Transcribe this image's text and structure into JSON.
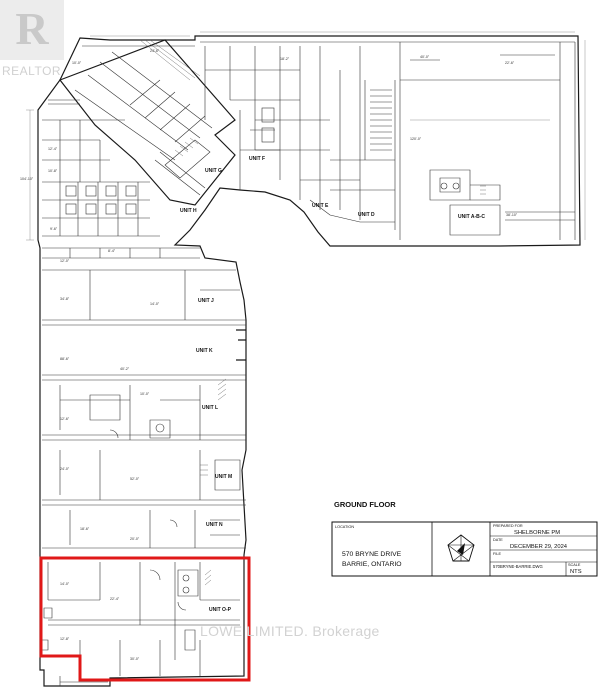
{
  "branding": {
    "logo_text": "REALTOR",
    "watermark": "LOWE LIMITED. Brokerage"
  },
  "title_block": {
    "sheet_title": "GROUND FLOOR",
    "location_label": "LOCATION",
    "address_line1": "570 BRYNE DRIVE",
    "address_line2": "BARRIE, ONTARIO",
    "prepared_for_label": "PREPARED FOR",
    "prepared_for": "SHELBORNE PM",
    "date_label": "DATE",
    "date": "DECEMBER 29, 2024",
    "file_label": "FILE",
    "file": "570BRYNE-BARRIE.DWG",
    "scale_label": "SCALE",
    "scale": "NTS"
  },
  "units": {
    "unit_f": "UNIT F",
    "unit_e": "UNIT E",
    "unit_d": "UNIT D",
    "unit_a_b_c": "UNIT A-B-C",
    "unit_g": "UNIT G",
    "unit_h": "UNIT H",
    "unit_j": "UNIT J",
    "unit_k": "UNIT K",
    "unit_l": "UNIT L",
    "unit_m": "UNIT M",
    "unit_n": "UNIT N",
    "unit_o_p": "UNIT O-P"
  },
  "colors": {
    "highlight": "#e01818",
    "walls": "#1a1a1a",
    "watermark": "#d2d2d2"
  }
}
